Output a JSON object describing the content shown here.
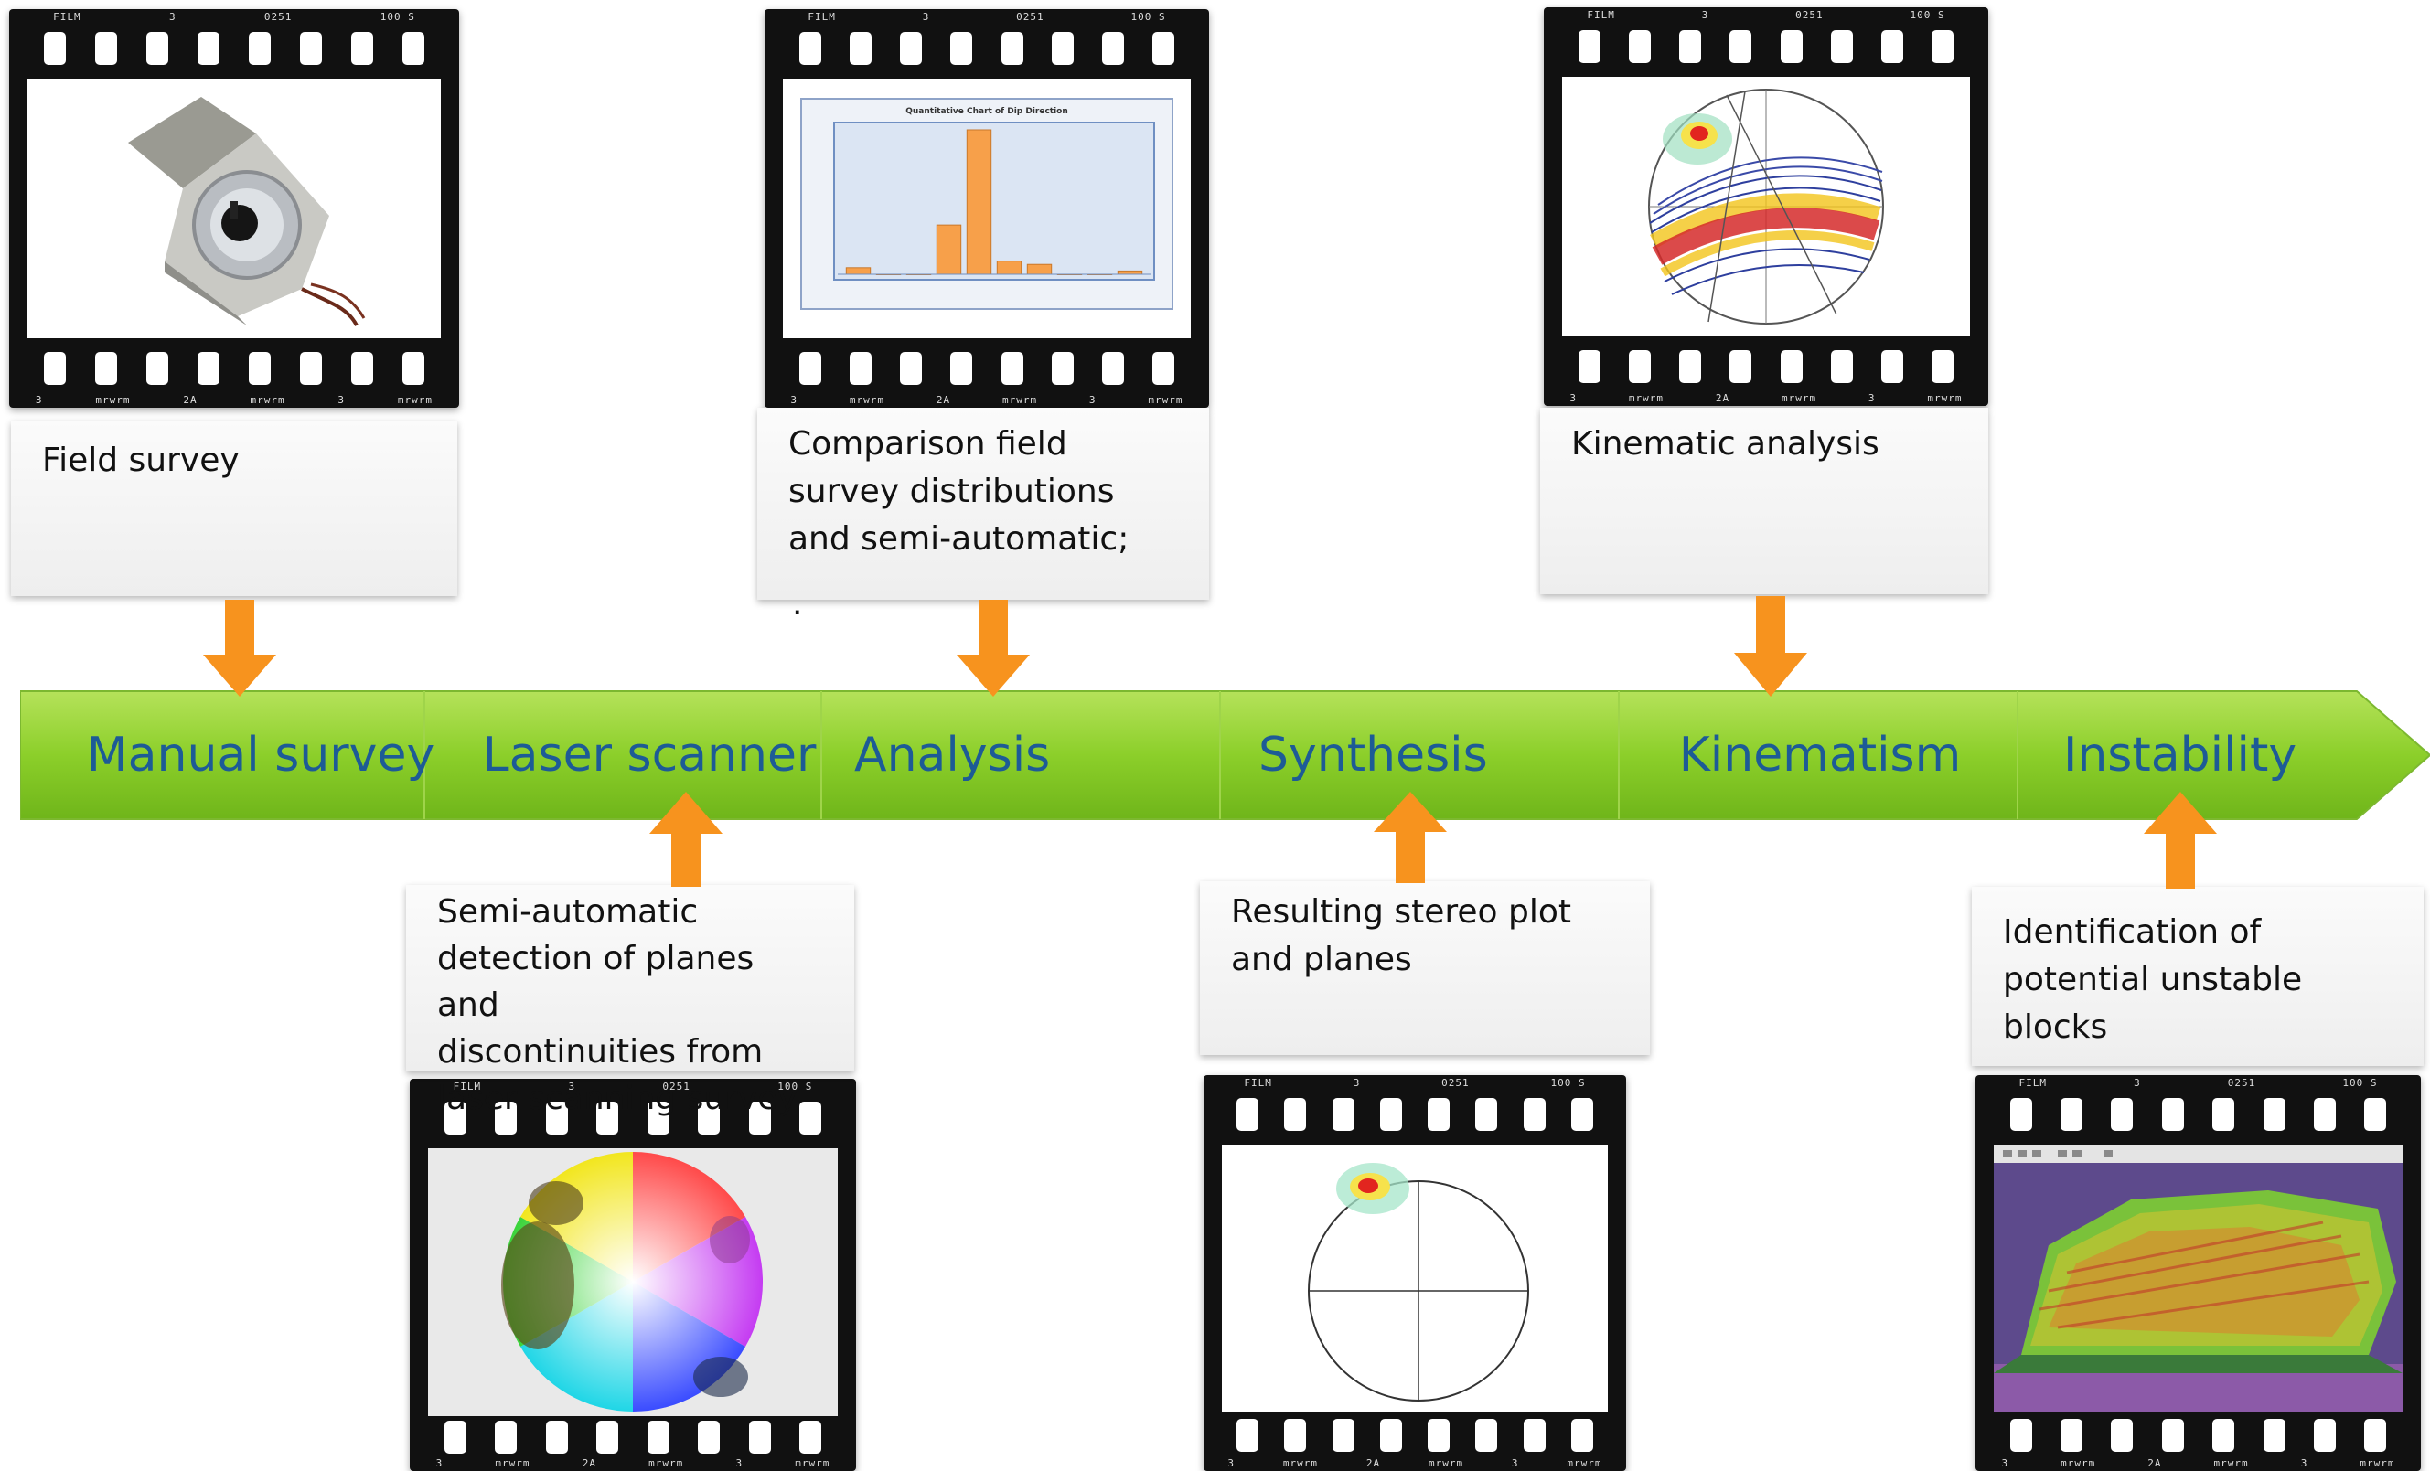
{
  "film_marks": {
    "top": [
      "FILM",
      "3",
      "0251",
      "100 S"
    ],
    "bottom": [
      "3",
      "mrwrm",
      "2A",
      "mrwrm",
      "3",
      "mrwrm"
    ]
  },
  "stages": [
    {
      "id": "manual",
      "label": "Manual survey"
    },
    {
      "id": "laser",
      "label": "Laser scanner"
    },
    {
      "id": "analysis",
      "label": "Analysis"
    },
    {
      "id": "synthesis",
      "label": "Synthesis"
    },
    {
      "id": "kinematism",
      "label": "Kinematism"
    },
    {
      "id": "instability",
      "label": "Instability"
    }
  ],
  "captions": {
    "field_survey": "Field survey",
    "comparison": "Comparison field\nsurvey distributions\nand semi-automatic;",
    "comparison_dot": ".",
    "kinematic": "Kinematic analysis",
    "semi_automatic": "Semi-automatic\ndetection of planes and\ndiscontinuities from\nlaser scanning survey",
    "stereo": "Resulting stereo plot\nand planes",
    "identification": "Identification of\npotential unstable\nblocks"
  },
  "histogram": {
    "title": "Quantitative Chart of Dip Direction",
    "values": [
      2,
      0,
      0,
      15,
      44,
      4,
      3,
      0,
      0,
      1
    ]
  },
  "colors": {
    "timeline_green": "#8ccf2a",
    "stage_text": "#1d5b96",
    "arrow_orange": "#f7931e",
    "bar_orange": "#f7a04a"
  }
}
